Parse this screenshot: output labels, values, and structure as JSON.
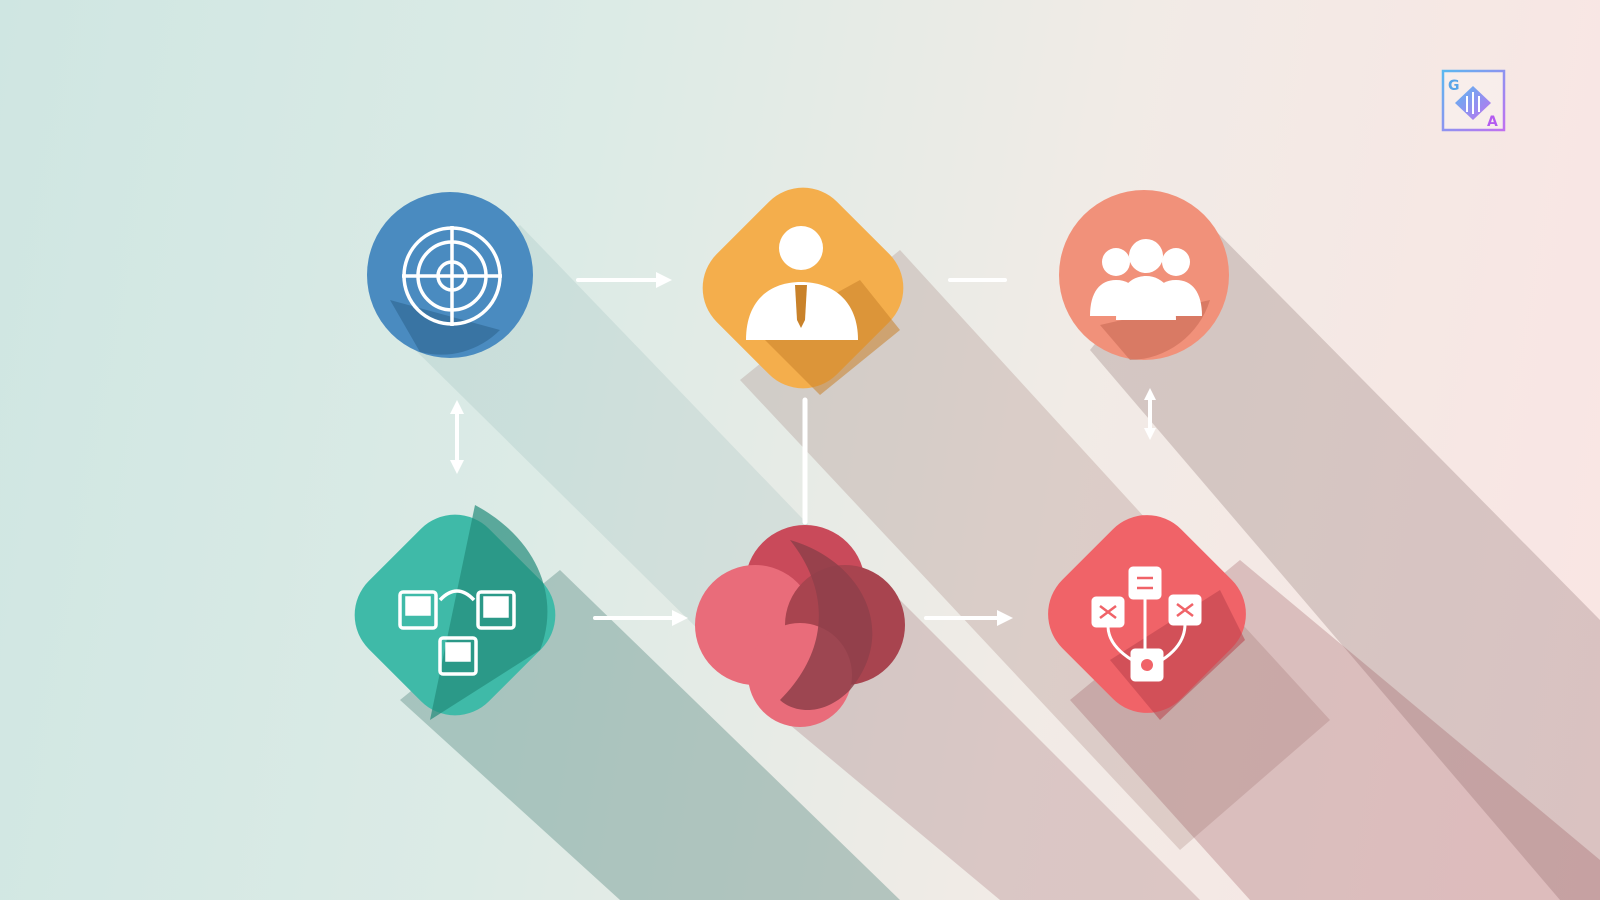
{
  "diagram": {
    "nodes": [
      {
        "id": "target",
        "icon": "target-icon",
        "shape": "circle",
        "color": "#4a8bc0",
        "dark": "#2f6590"
      },
      {
        "id": "person",
        "icon": "person-icon",
        "shape": "rounded-diamond",
        "color": "#f4ae4c",
        "dark": "#c9822a"
      },
      {
        "id": "team",
        "icon": "team-icon",
        "shape": "circle",
        "color": "#f1917a",
        "dark": "#c96a55"
      },
      {
        "id": "devices",
        "icon": "devices-icon",
        "shape": "rounded-diamond",
        "color": "#3fbaa8",
        "dark": "#238c7b"
      },
      {
        "id": "blob",
        "icon": "none",
        "shape": "blob",
        "color": "#e96c7a",
        "dark": "#8f3f4a"
      },
      {
        "id": "hierarchy",
        "icon": "hierarchy-icon",
        "shape": "rounded-diamond",
        "color": "#f06368",
        "dark": "#b9424a"
      }
    ],
    "connectors": [
      {
        "from": "target",
        "to": "person",
        "type": "arrow"
      },
      {
        "from": "person",
        "to": "team",
        "type": "line"
      },
      {
        "from": "target",
        "to": "devices",
        "type": "double-arrow"
      },
      {
        "from": "team",
        "to": "hierarchy",
        "type": "double-arrow"
      },
      {
        "from": "person",
        "to": "blob",
        "type": "line"
      },
      {
        "from": "devices",
        "to": "blob",
        "type": "arrow"
      },
      {
        "from": "blob",
        "to": "hierarchy",
        "type": "arrow"
      }
    ]
  },
  "logo": {
    "letters": [
      "G",
      "A"
    ],
    "border_color": "#b45cf0",
    "accent_color": "#5aa6e8"
  }
}
